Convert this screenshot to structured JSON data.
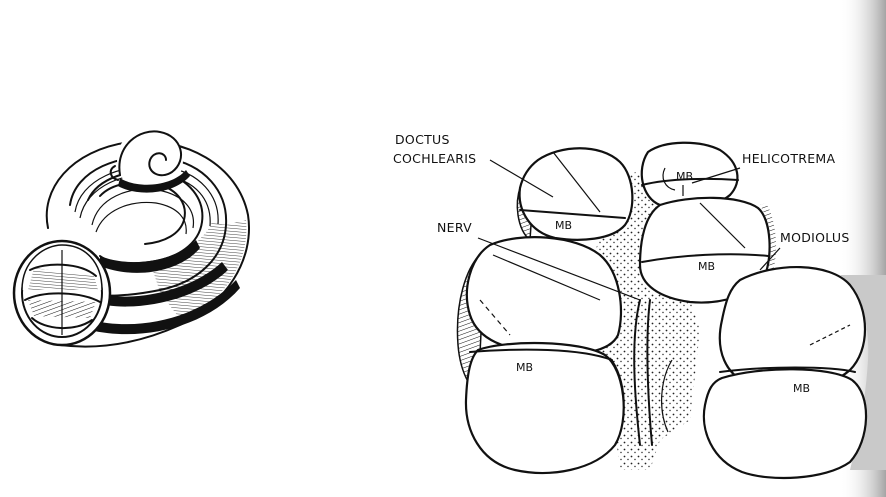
{
  "labels": {
    "ductus": "DOCTUS\nCOCHLEARIS",
    "ductus_line1": "DOCTUS",
    "ductus_line2": "COCHLEARIS",
    "helicotrema": "HELICOTREMA",
    "nerv": "NERV",
    "modiolus": "MODIOLUS",
    "mb": "MB"
  },
  "colors": {
    "ink": "#111111",
    "paper": "#ffffff",
    "page_edge_shadow": "#c9c9c9"
  }
}
